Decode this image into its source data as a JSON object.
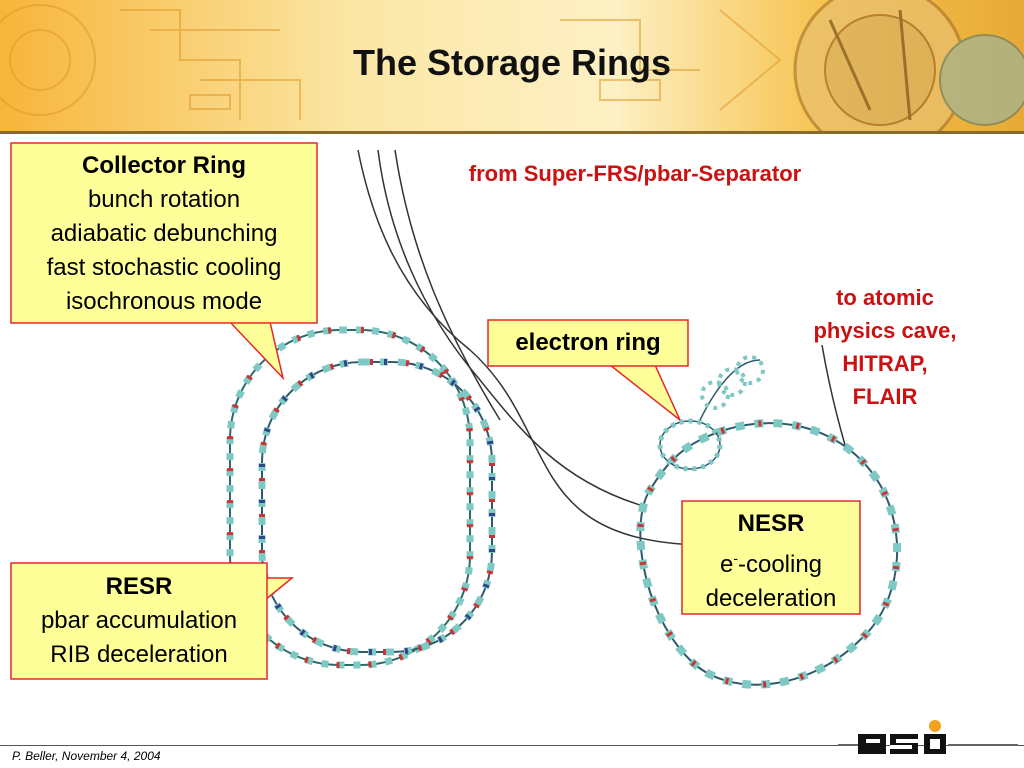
{
  "title": "The Storage Rings",
  "labels": {
    "from_source": "from Super-FRS/pbar-Separator",
    "to_atomic": [
      "to atomic",
      "physics cave,",
      "HITRAP,",
      "FLAIR"
    ]
  },
  "callouts": {
    "collector_ring": {
      "heading": "Collector Ring",
      "lines": [
        "bunch rotation",
        "adiabatic debunching",
        "fast stochastic cooling",
        "isochronous mode"
      ]
    },
    "electron_ring": {
      "heading": "electron ring"
    },
    "nesr": {
      "heading": "NESR",
      "line1_prefix": "e",
      "line1_sup": "-",
      "line1_suffix": "-cooling",
      "line2": "deceleration"
    },
    "resr": {
      "heading": "RESR",
      "lines": [
        "pbar accumulation",
        "RIB deceleration"
      ]
    }
  },
  "footer": {
    "author_date": "P. Beller, November 4, 2004"
  },
  "logo": {
    "text": "GSI"
  },
  "colors": {
    "title_bar": "#f5c23a",
    "callout_fill": "#ffff99",
    "callout_border": "#e4282a",
    "label_red": "#cc1111",
    "magnet_dipole": "#7fc9c4",
    "magnet_quad_red": "#cc3333",
    "magnet_quad_blue": "#334488"
  }
}
